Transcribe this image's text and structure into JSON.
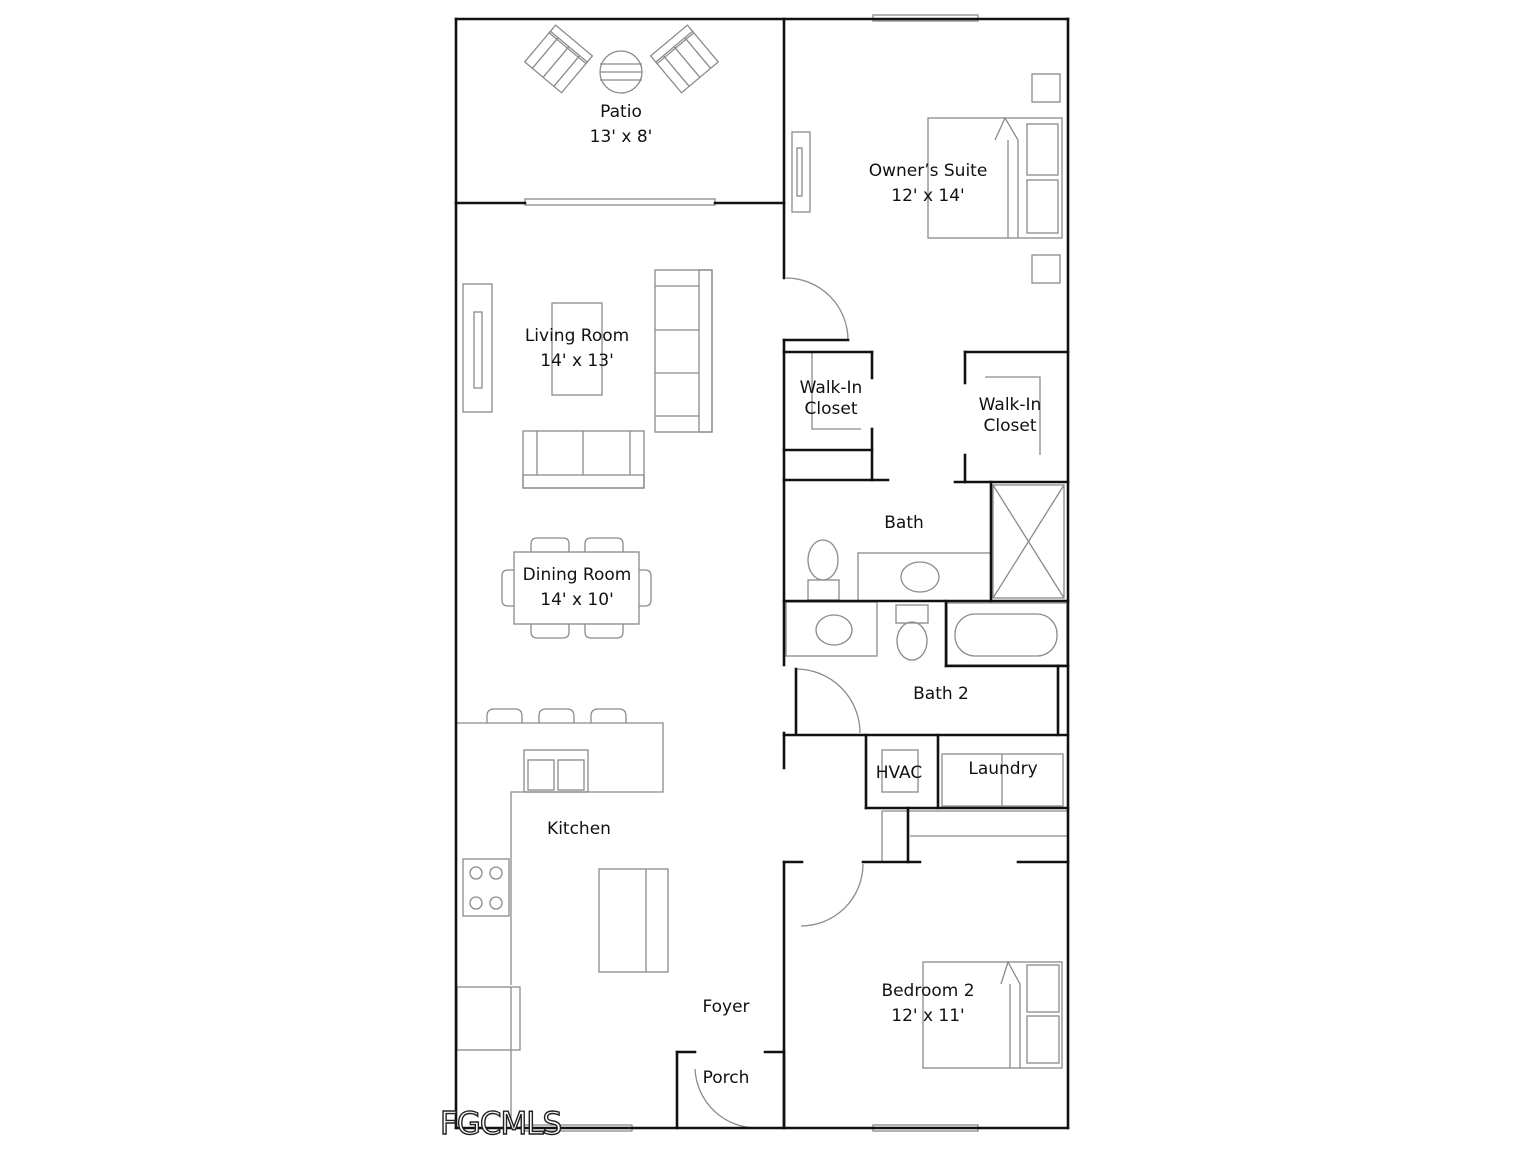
{
  "rooms": {
    "patio": {
      "name": "Patio",
      "dims": "13' x 8'"
    },
    "owners_suite": {
      "name": "Owner’s Suite",
      "dims": "12' x 14'"
    },
    "living_room": {
      "name": "Living Room",
      "dims": "14' x 13'"
    },
    "walk_in_closet_1": {
      "name_line1": "Walk-In",
      "name_line2": "Closet"
    },
    "walk_in_closet_2": {
      "name_line1": "Walk-In",
      "name_line2": "Closet"
    },
    "bath": {
      "name": "Bath"
    },
    "dining_room": {
      "name": "Dining Room",
      "dims": "14' x 10'"
    },
    "bath_2": {
      "name": "Bath 2"
    },
    "hvac": {
      "name": "HVAC"
    },
    "laundry": {
      "name": "Laundry"
    },
    "kitchen": {
      "name": "Kitchen"
    },
    "foyer": {
      "name": "Foyer"
    },
    "bedroom_2": {
      "name": "Bedroom 2",
      "dims": "12' x 11'"
    },
    "porch": {
      "name": "Porch"
    }
  },
  "watermark": "FGCMLS",
  "colors": {
    "wall": "#111111",
    "fixture": "#8a8a8a",
    "background": "#ffffff"
  }
}
